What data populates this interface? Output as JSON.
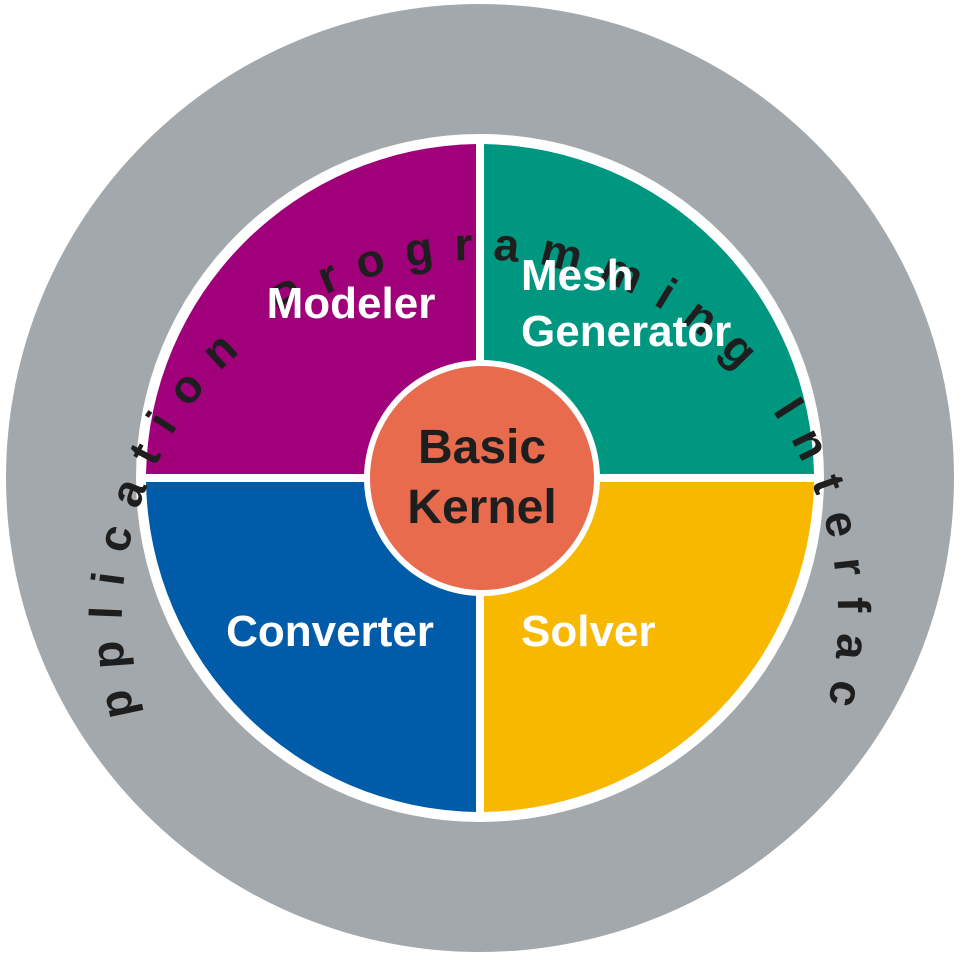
{
  "ring": {
    "text": "Application Programming Interface",
    "color": "#a2a8ab",
    "text_color": "#1e1e1e"
  },
  "quadrants": {
    "modeler": {
      "label": "Modeler",
      "color": "#a0007a"
    },
    "mesh_generator": {
      "label_line1": "Mesh",
      "label_line2": "Generator",
      "color": "#009780"
    },
    "converter": {
      "label": "Converter",
      "color": "#005ca8"
    },
    "solver": {
      "label": "Solver",
      "color": "#f8b800"
    }
  },
  "kernel": {
    "label_line1": "Basic",
    "label_line2": "Kernel",
    "color": "#e86b4e",
    "text_color": "#1e1e1e"
  }
}
